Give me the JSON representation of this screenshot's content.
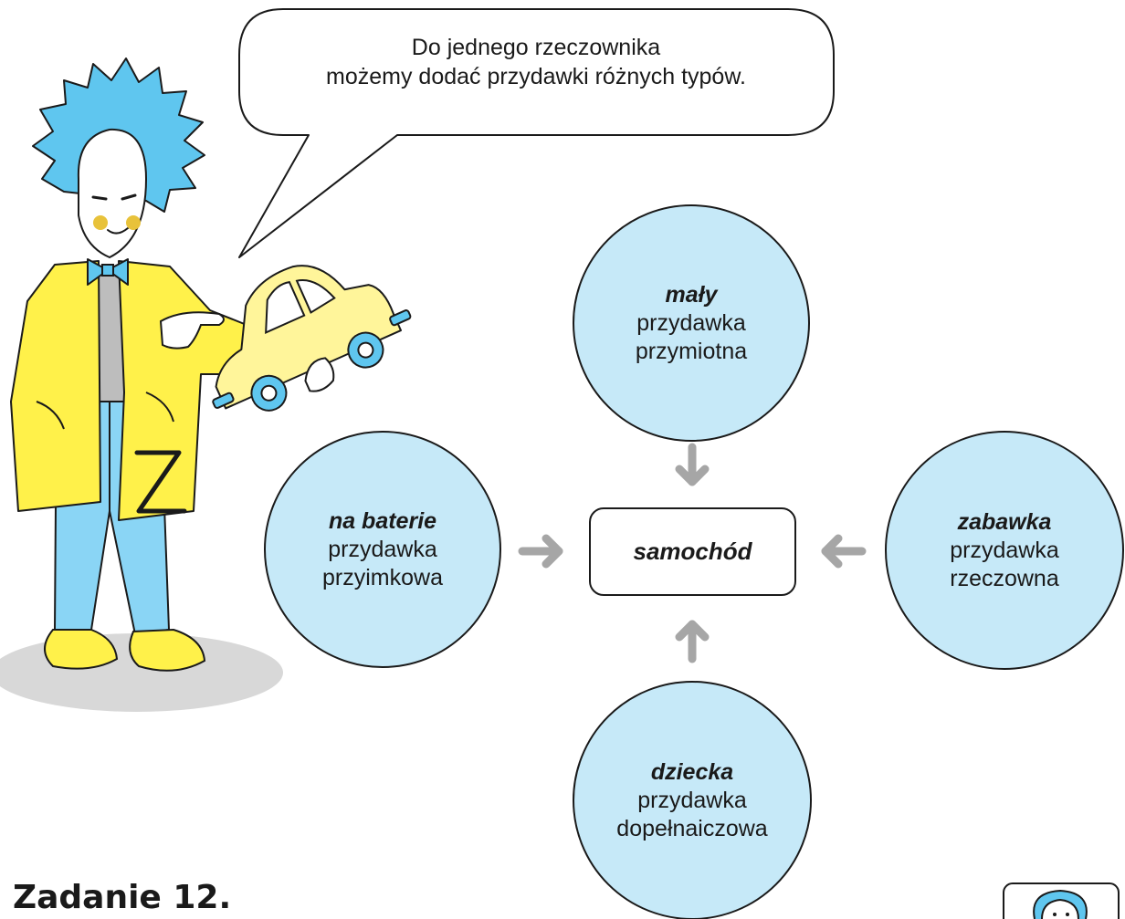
{
  "speech_bubble": {
    "line1": "Do jednego rzeczownika",
    "line2": "możemy dodać przydawki różnych typów."
  },
  "center": {
    "label": "samochód"
  },
  "attributes": {
    "top": {
      "term": "mały",
      "type_line1": "przydawka",
      "type_line2": "przymiotna"
    },
    "left": {
      "term": "na baterie",
      "type_line1": "przydawka",
      "type_line2": "przyimkowa"
    },
    "right": {
      "term": "zabawka",
      "type_line1": "przydawka",
      "type_line2": "rzeczowna"
    },
    "bottom": {
      "term": "dziecka",
      "type_line1": "przydawka",
      "type_line2": "dopełnaiczowa"
    }
  },
  "task": {
    "title": "Zadanie 12."
  },
  "colors": {
    "circle_fill": "#c6e9f8",
    "arrow": "#a6a6a6",
    "outline": "#1a1a1a",
    "coat": "#fff14a",
    "hair": "#5fc6ef",
    "trousers": "#8ad5f5",
    "cheeks": "#e8c23a",
    "shadow": "#d8d8d8"
  },
  "icons": {
    "character": "professor-illustration",
    "toy": "toy-car-illustration",
    "mascot": "mascot-face-icon"
  }
}
